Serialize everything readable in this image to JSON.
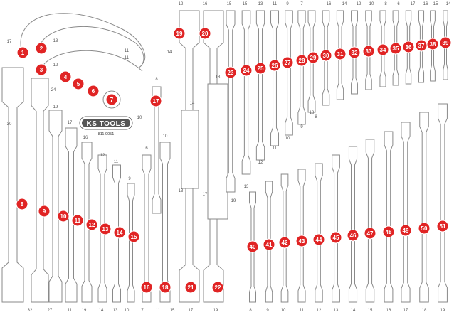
{
  "brand": {
    "logo_text": "KS TOOLS",
    "article_no": "811.0051",
    "badge_color": "#e02424",
    "badge_text_color": "#ffffff",
    "outline_color": "#8a8a8a"
  },
  "badges": [
    "1",
    "2",
    "3",
    "4",
    "5",
    "6",
    "7",
    "8",
    "9",
    "10",
    "11",
    "12",
    "13",
    "14",
    "15",
    "16",
    "17",
    "18",
    "19",
    "20",
    "21",
    "22",
    "23",
    "24",
    "25",
    "26",
    "27",
    "28",
    "29",
    "30",
    "31",
    "32",
    "33",
    "34",
    "35",
    "36",
    "37",
    "38",
    "39",
    "40",
    "41",
    "42",
    "43",
    "44",
    "45",
    "46",
    "47",
    "48",
    "49",
    "50",
    "51"
  ],
  "size_labels": [
    "17",
    "13",
    "12",
    "11",
    "11",
    "14",
    "24",
    "30",
    "19",
    "17",
    "16",
    "12",
    "11",
    "9",
    "10",
    "8",
    "6",
    "10",
    "12",
    "16",
    "14",
    "13",
    "17",
    "18",
    "19",
    "15",
    "15",
    "13",
    "11",
    "9",
    "7",
    "18",
    "16",
    "14",
    "12",
    "10",
    "8",
    "6",
    "17",
    "16",
    "15",
    "14",
    "13",
    "12",
    "11",
    "10",
    "9",
    "8",
    "32",
    "27",
    "11",
    "19",
    "14",
    "13",
    "10",
    "7",
    "11",
    "15",
    "17",
    "19",
    "8",
    "9",
    "10",
    "11",
    "12",
    "13",
    "14",
    "15",
    "16",
    "17",
    "18",
    "19"
  ]
}
